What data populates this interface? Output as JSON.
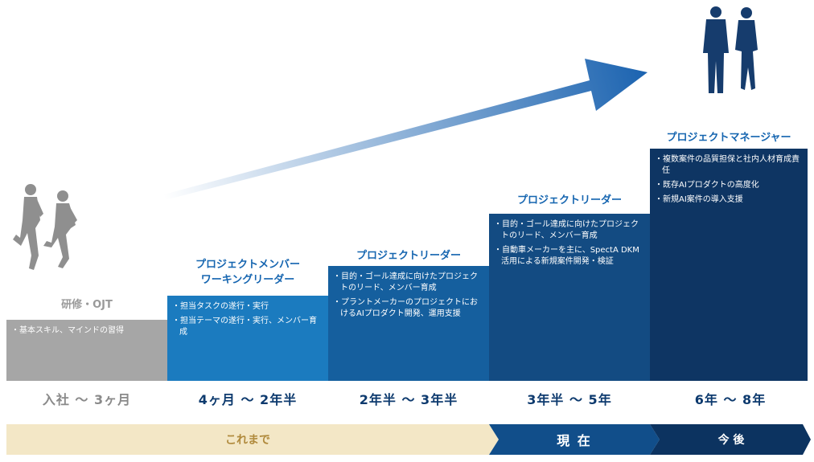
{
  "stages": [
    {
      "title": "研修・OJT",
      "bullets": [
        "基本スキル、マインドの習得"
      ],
      "period": "入社 〜 3ヶ月",
      "color": "#a6a6a6"
    },
    {
      "title": "プロジェクトメンバー\nワーキングリーダー",
      "bullets": [
        "担当タスクの遂行・実行",
        "担当テーマの遂行・実行、メンバー育成"
      ],
      "period": "4ヶ月 〜 2年半",
      "color": "#1b7bbf"
    },
    {
      "title": "プロジェクトリーダー",
      "bullets": [
        "目的・ゴール達成に向けたプロジェクトのリード、メンバー育成",
        "プラントメーカーのプロジェクトにおけるAIプロダクト開発、運用支援"
      ],
      "period": "2年半 〜 3年半",
      "color": "#155f9e"
    },
    {
      "title": "プロジェクトリーダー",
      "bullets": [
        "目的・ゴール達成に向けたプロジェクトのリード、メンバー育成",
        "自動車メーカーを主に、SpectA DKM活用による新規案件開発・検証"
      ],
      "period": "3年半 〜 5年",
      "color": "#134b82"
    },
    {
      "title": "プロジェクトマネージャー",
      "bullets": [
        "複数案件の品質担保と社内人材育成責任",
        "既存AIプロダクトの高度化",
        "新規AI案件の導入支援"
      ],
      "period": "6年 〜 8年",
      "color": "#0e3563"
    }
  ],
  "phases": {
    "past": "これまで",
    "present": "現 在",
    "future": "今 後"
  },
  "colors": {
    "title_blue": "#1565b0",
    "title_gray": "#9a9a9a",
    "band_past": "#f3e7c6",
    "band_past_text": "#b08a3c",
    "band_present": "#114e8a",
    "band_future": "#0c3360",
    "arrow": "#1b63b0"
  },
  "icons": {
    "start_people": "running-people-icon",
    "goal_people": "business-people-icon"
  }
}
